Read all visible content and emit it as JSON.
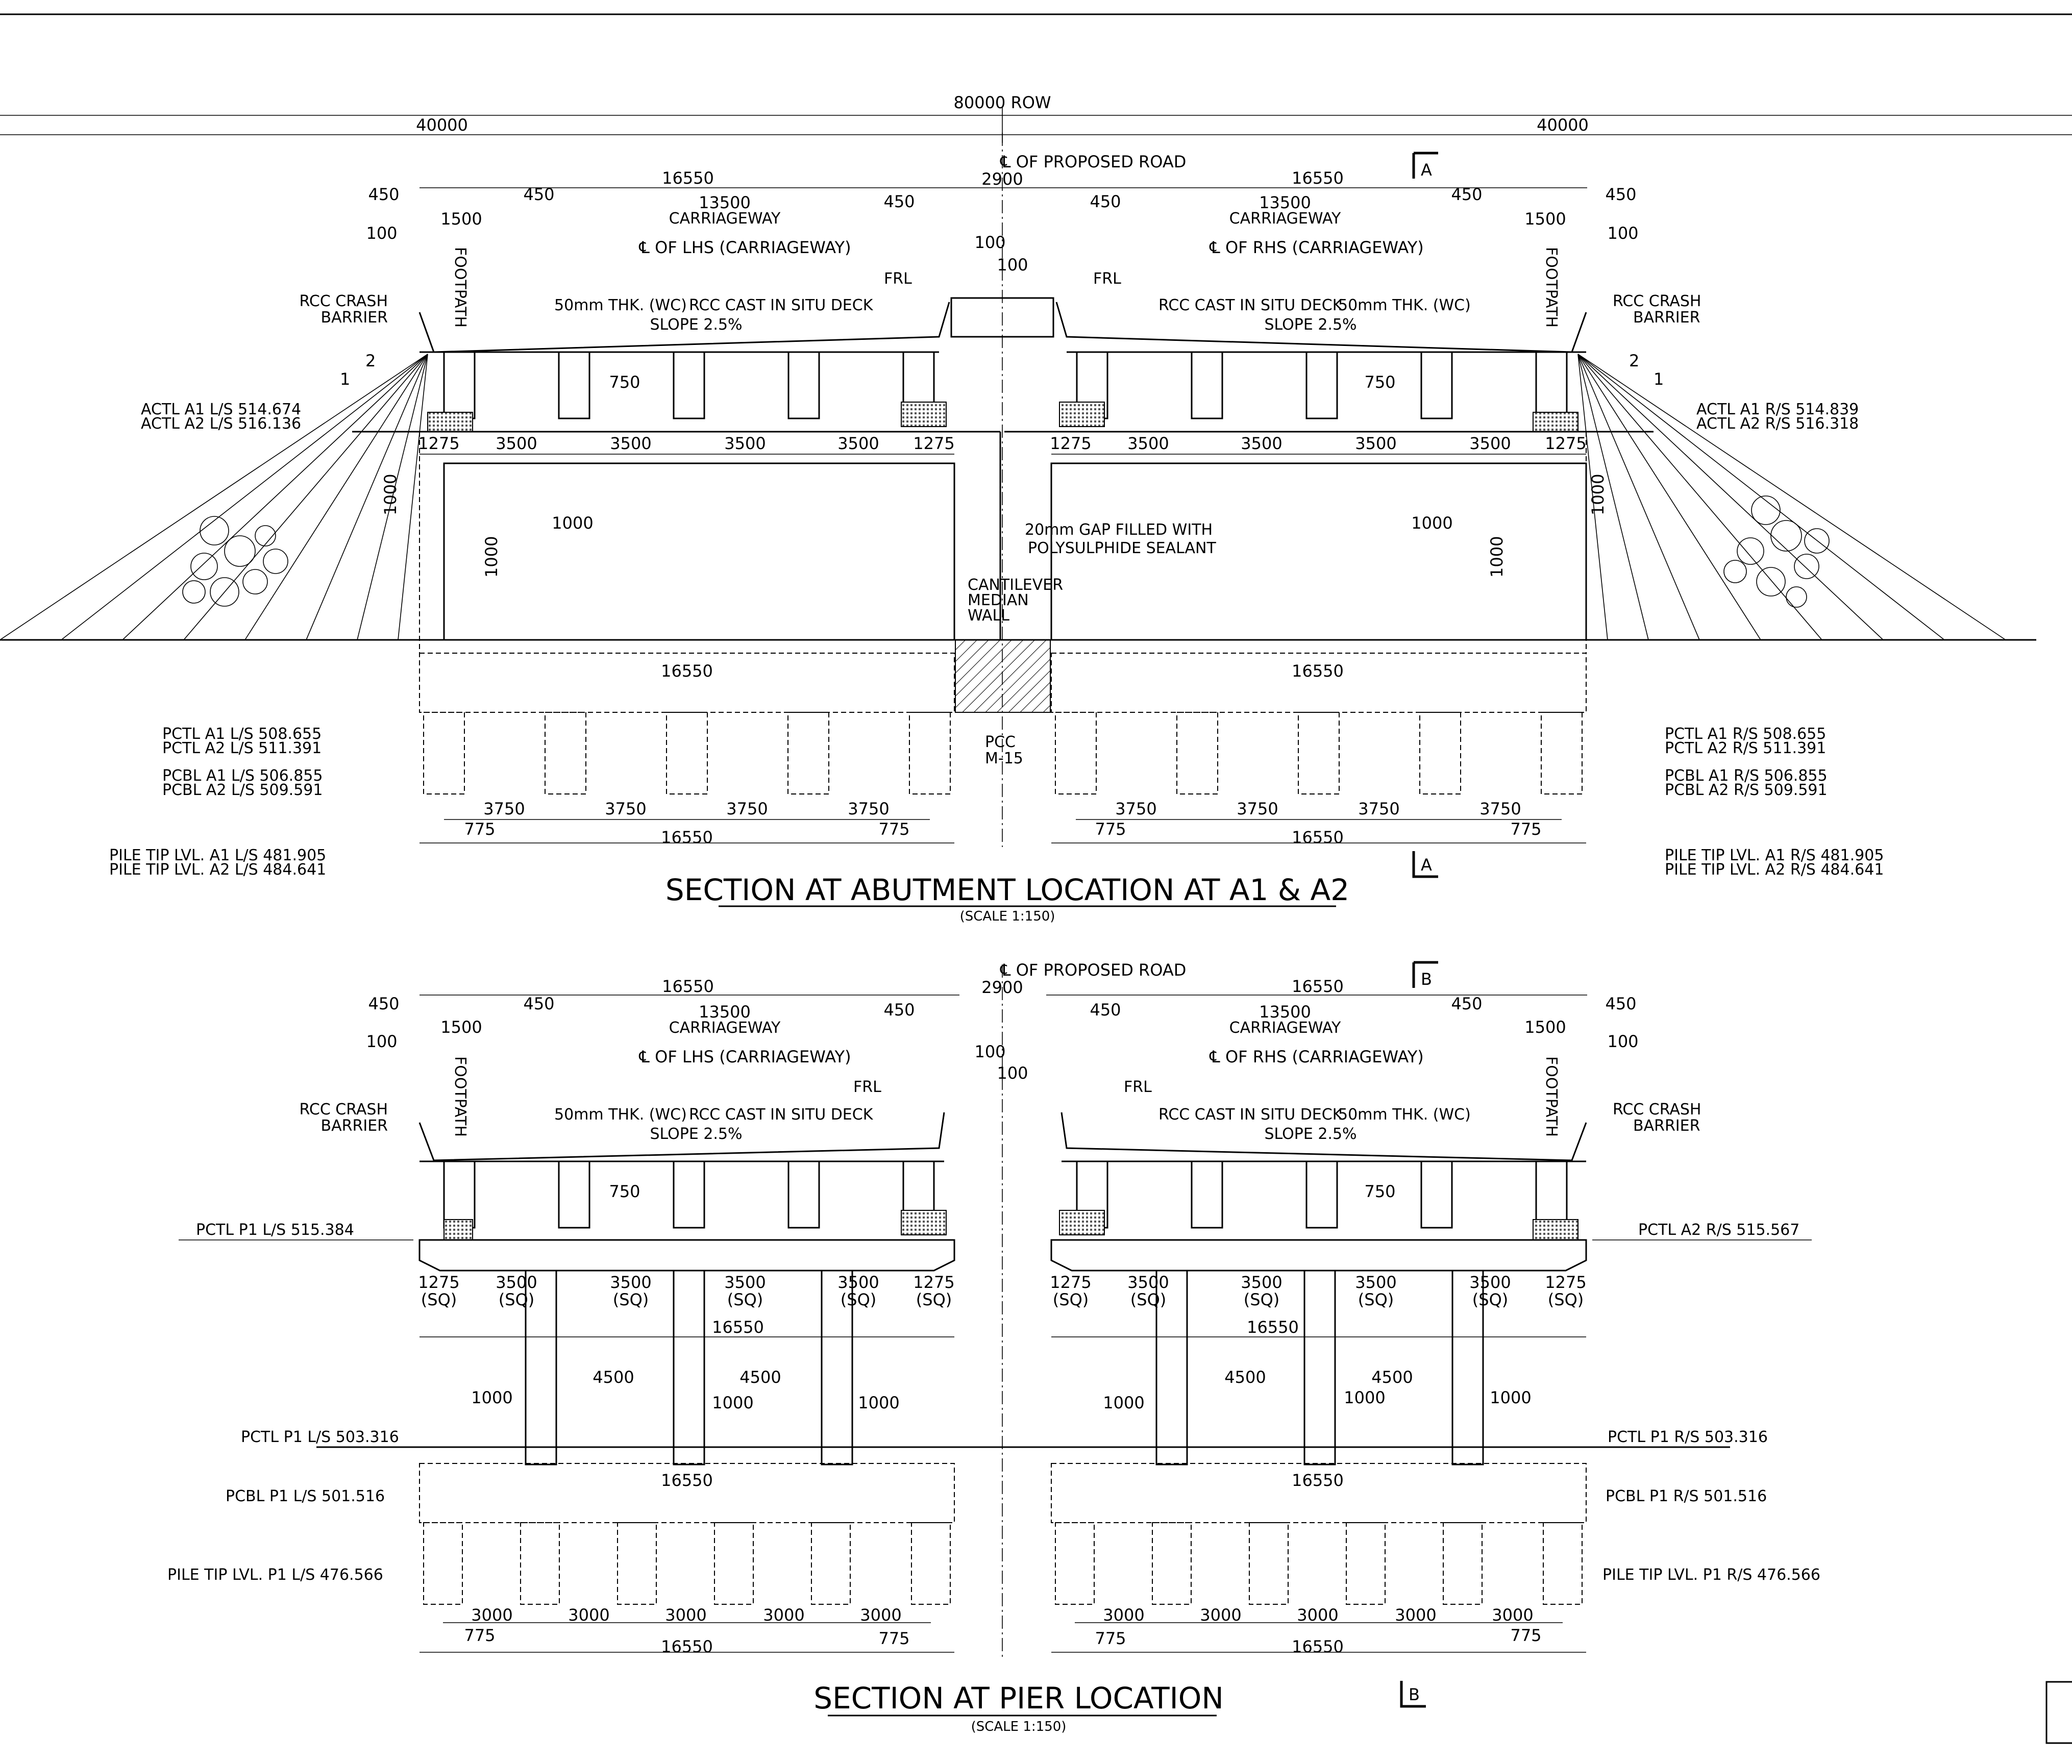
{
  "row": {
    "total": "80000 ROW",
    "left": "40000",
    "right": "40000"
  },
  "common": {
    "cl_road": "℄ OF PROPOSED ROAD",
    "median": "2900",
    "half_width": "16550",
    "carriageway_width": "13500",
    "carriageway": "CARRIAGEWAY",
    "cl_lhs": "℄ OF LHS (CARRIAGEWAY)",
    "cl_rhs": "℄ OF RHS (CARRIAGEWAY)",
    "d450": "450",
    "d100": "100",
    "d1500": "1500",
    "footpath": "FOOTPATH",
    "frl": "FRL",
    "wc": "50mm THK. (WC)",
    "deck": "RCC CAST IN SITU DECK",
    "slope": "SLOPE 2.5%",
    "barrier_1": "RCC CRASH",
    "barrier_2": "BARRIER",
    "d750": "750",
    "d1275": "1275",
    "d3500": "3500",
    "d1000": "1000",
    "d775": "775",
    "sq": "(SQ)",
    "slope_h": "2",
    "slope_v": "1"
  },
  "abutment": {
    "title": "SECTION AT ABUTMENT LOCATION AT A1 & A2",
    "scale": "(SCALE   1:150)",
    "section_mark": "A",
    "actl_l1": "ACTL A1 L/S 514.674",
    "actl_l2": "ACTL A2 L/S 516.136",
    "actl_r1": "ACTL A1 R/S 514.839",
    "actl_r2": "ACTL A2 R/S 516.318",
    "pctl_l1": "PCTL A1 L/S 508.655",
    "pctl_l2": "PCTL A2 L/S 511.391",
    "pcbl_l1": "PCBL A1 L/S 506.855",
    "pcbl_l2": "PCBL A2 L/S 509.591",
    "tip_l1": "PILE TIP LVL. A1 L/S 481.905",
    "tip_l2": "PILE TIP LVL. A2 L/S 484.641",
    "pctl_r1": "PCTL A1 R/S 508.655",
    "pctl_r2": "PCTL A2 R/S 511.391",
    "pcbl_r1": "PCBL A1 R/S 506.855",
    "pcbl_r2": "PCBL A2 R/S 509.591",
    "tip_r1": "PILE TIP LVL. A1 R/S 481.905",
    "tip_r2": "PILE TIP LVL. A2 R/S 484.641",
    "gap_1": "20mm GAP FILLED WITH",
    "gap_2": "POLYSULPHIDE SEALANT",
    "median_wall": [
      "CANTILEVER",
      "MEDIAN",
      "WALL"
    ],
    "pcc": [
      "PCC",
      "M-15"
    ],
    "pile_spacing": "3750"
  },
  "pier": {
    "title": "SECTION AT PIER LOCATION",
    "scale": "(SCALE   1:150)",
    "section_mark": "B",
    "pctl_cap_l": "PCTL P1 L/S 515.384",
    "pctl_cap_r": "PCTL A2 R/S 515.567",
    "pctl_l": "PCTL P1 L/S 503.316",
    "pctl_r": "PCTL P1 R/S 503.316",
    "pcbl_l": "PCBL P1 L/S 501.516",
    "pcbl_r": "PCBL P1 R/S 501.516",
    "tip_l": "PILE TIP LVL. P1 L/S 476.566",
    "tip_r": "PILE TIP LVL. P1 R/S 476.566",
    "pier_spacing": "4500",
    "pile_spacing": "3000"
  }
}
